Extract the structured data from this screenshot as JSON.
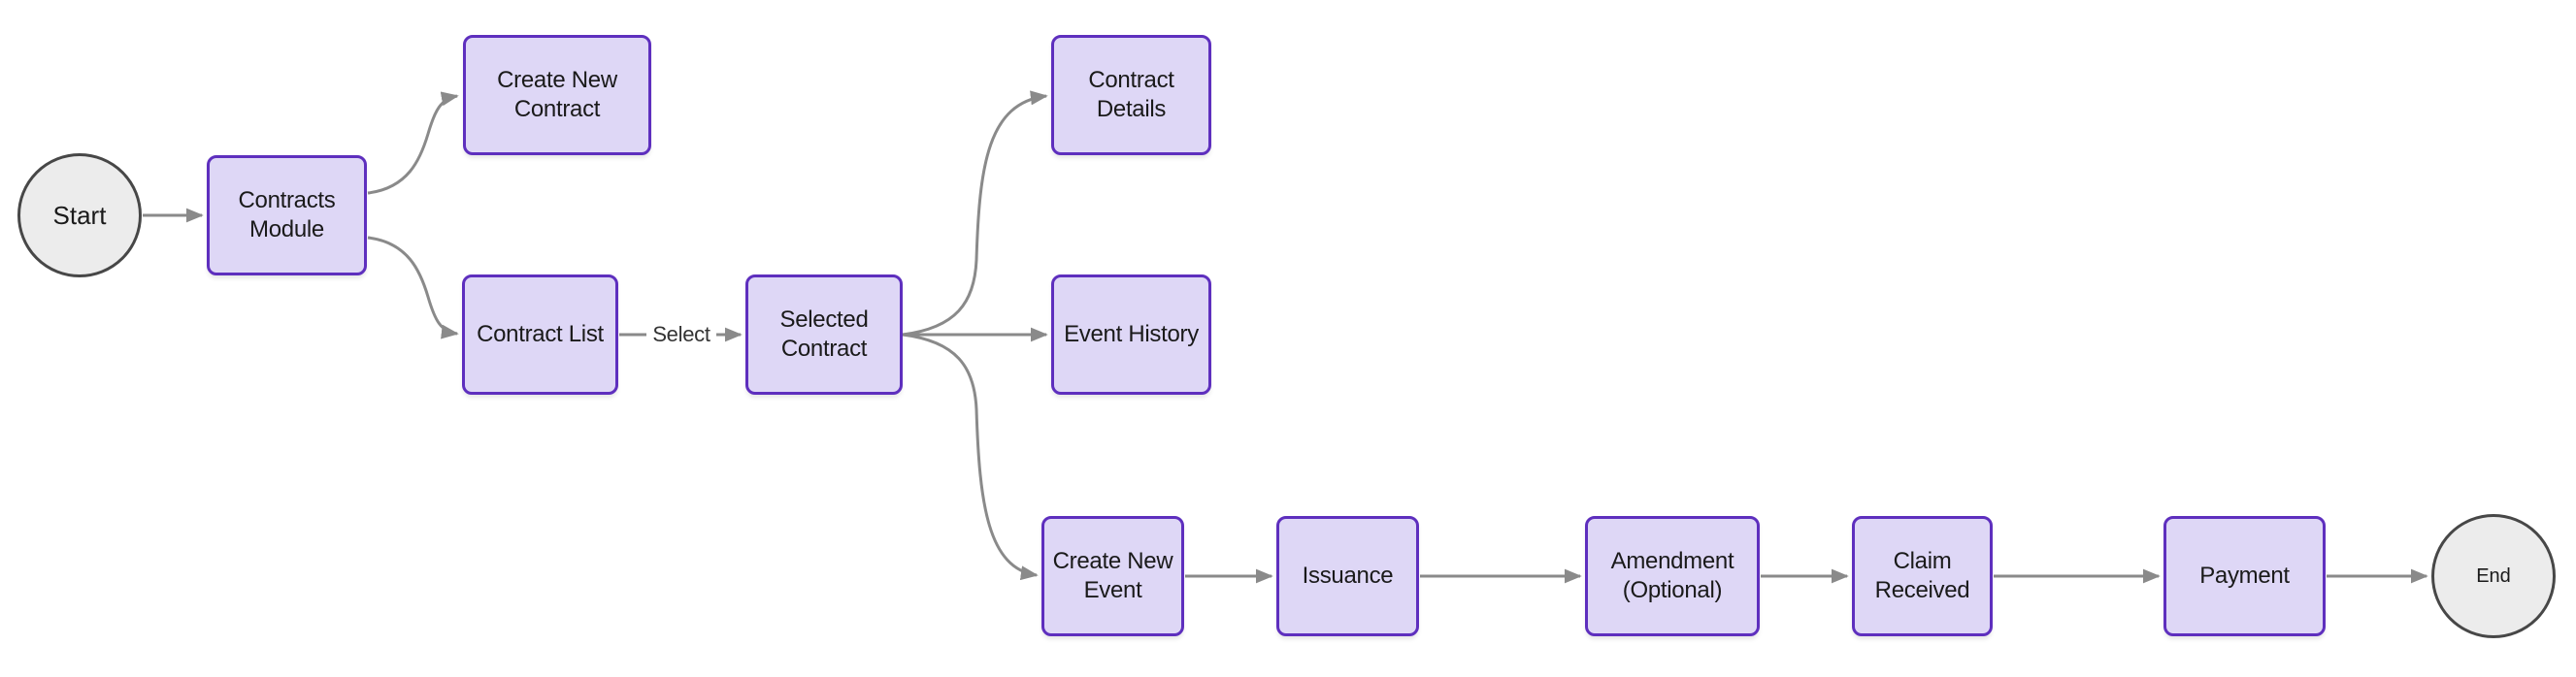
{
  "diagram": {
    "type": "flowchart",
    "direction": "left-to-right",
    "nodes": [
      {
        "id": "start",
        "label": "Start",
        "shape": "circle"
      },
      {
        "id": "contracts-module",
        "label": "Contracts Module",
        "shape": "rect"
      },
      {
        "id": "create-new-contract",
        "label": "Create New Contract",
        "shape": "rect"
      },
      {
        "id": "contract-list",
        "label": "Contract List",
        "shape": "rect"
      },
      {
        "id": "selected-contract",
        "label": "Selected Contract",
        "shape": "rect"
      },
      {
        "id": "contract-details",
        "label": "Contract Details",
        "shape": "rect"
      },
      {
        "id": "event-history",
        "label": "Event History",
        "shape": "rect"
      },
      {
        "id": "create-new-event",
        "label": "Create New Event",
        "shape": "rect"
      },
      {
        "id": "issuance",
        "label": "Issuance",
        "shape": "rect"
      },
      {
        "id": "amendment",
        "label": "Amendment (Optional)",
        "shape": "rect"
      },
      {
        "id": "claim-received",
        "label": "Claim Received",
        "shape": "rect"
      },
      {
        "id": "payment",
        "label": "Payment",
        "shape": "rect"
      },
      {
        "id": "end",
        "label": "End",
        "shape": "circle"
      }
    ],
    "edges": [
      {
        "from": "start",
        "to": "contracts-module",
        "label": ""
      },
      {
        "from": "contracts-module",
        "to": "create-new-contract",
        "label": ""
      },
      {
        "from": "contracts-module",
        "to": "contract-list",
        "label": ""
      },
      {
        "from": "contract-list",
        "to": "selected-contract",
        "label": "Select"
      },
      {
        "from": "selected-contract",
        "to": "contract-details",
        "label": ""
      },
      {
        "from": "selected-contract",
        "to": "event-history",
        "label": ""
      },
      {
        "from": "selected-contract",
        "to": "create-new-event",
        "label": ""
      },
      {
        "from": "create-new-event",
        "to": "issuance",
        "label": ""
      },
      {
        "from": "issuance",
        "to": "amendment",
        "label": ""
      },
      {
        "from": "amendment",
        "to": "claim-received",
        "label": ""
      },
      {
        "from": "claim-received",
        "to": "payment",
        "label": ""
      },
      {
        "from": "payment",
        "to": "end",
        "label": ""
      }
    ],
    "colors": {
      "node_fill": "#ded7f6",
      "node_border": "#5e2fbe",
      "terminal_fill": "#ececec",
      "terminal_border": "#474747",
      "edge": "#8a8a8a",
      "text": "#1a1a1a"
    }
  }
}
